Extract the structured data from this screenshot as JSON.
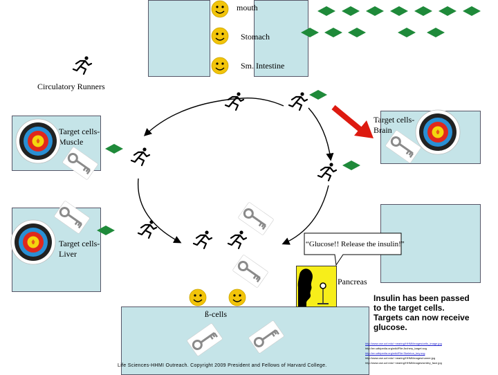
{
  "labels": {
    "mouth": "mouth",
    "stomach": "Stomach",
    "small_intestine": "Sm. Intestine",
    "circulatory_runners": "Circulatory Runners",
    "target_muscle_1": "Target cells-",
    "target_muscle_2": "Muscle",
    "target_brain_1": "Target cells-",
    "target_brain_2": "Brain",
    "target_liver_1": "Target cells-",
    "target_liver_2": "Liver",
    "speech": "“Glucose!! Release the insulin!”",
    "pancreas": "Pancreas",
    "beta_cells": "ß-cells"
  },
  "message": "Insulin has been passed to the target cells.  Targets can now receive glucose.",
  "credit": "Life Sciences-HHMI Outreach. Copyright 2009 President and Fellows of Harvard College.",
  "links": [
    "http://www.cse.ucf.edu/~nearing/HHMI/images/cells_image.jpg",
    "http://en.wikipedia.org/wiki/File:Archery_target.svg",
    "http://en.wikipedia.org/wiki/File:Skeleton_key.svg",
    "http://www.cse.ucf.edu/~nearing/HHMI/images/runner.jpg",
    "http://www.cse.ucf.edu/~nearing/HHMI/images/smiley_face.jpg"
  ],
  "colors": {
    "cell_box": "#c5e4e8",
    "glucose": "#1f8a3a",
    "smiley": "#f2c40a",
    "alert_arrow": "#dd1a10",
    "pancreas_box": "#f7ee1a"
  }
}
